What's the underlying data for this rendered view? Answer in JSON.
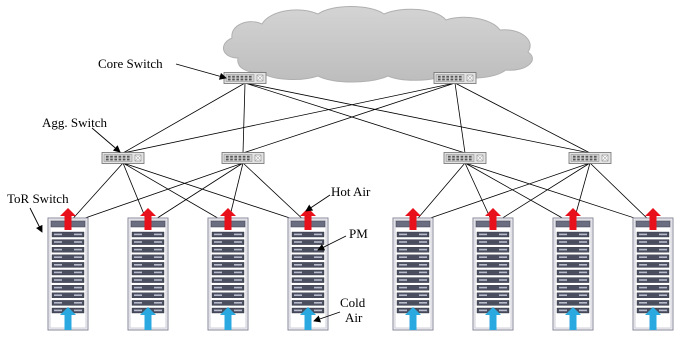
{
  "labels": {
    "core_switch": "Core Switch",
    "agg_switch": "Agg. Switch",
    "tor_switch": "ToR Switch",
    "hot_air": "Hot Air",
    "pm": "PM",
    "cold_air_line1": "Cold",
    "cold_air_line2": "Air"
  },
  "colors": {
    "hot_air_arrow": "#e8101a",
    "cold_air_arrow": "#29a9e0",
    "cloud": "#c8c8c8",
    "rack_frame": "#8a8a9a",
    "server": "#4a4e5e"
  },
  "icons": {
    "cloud": "internet-cloud-icon",
    "switch": "network-switch-icon",
    "rack": "server-rack-icon",
    "hot_arrow": "hot-air-arrow-icon",
    "cold_arrow": "cold-air-arrow-icon"
  }
}
